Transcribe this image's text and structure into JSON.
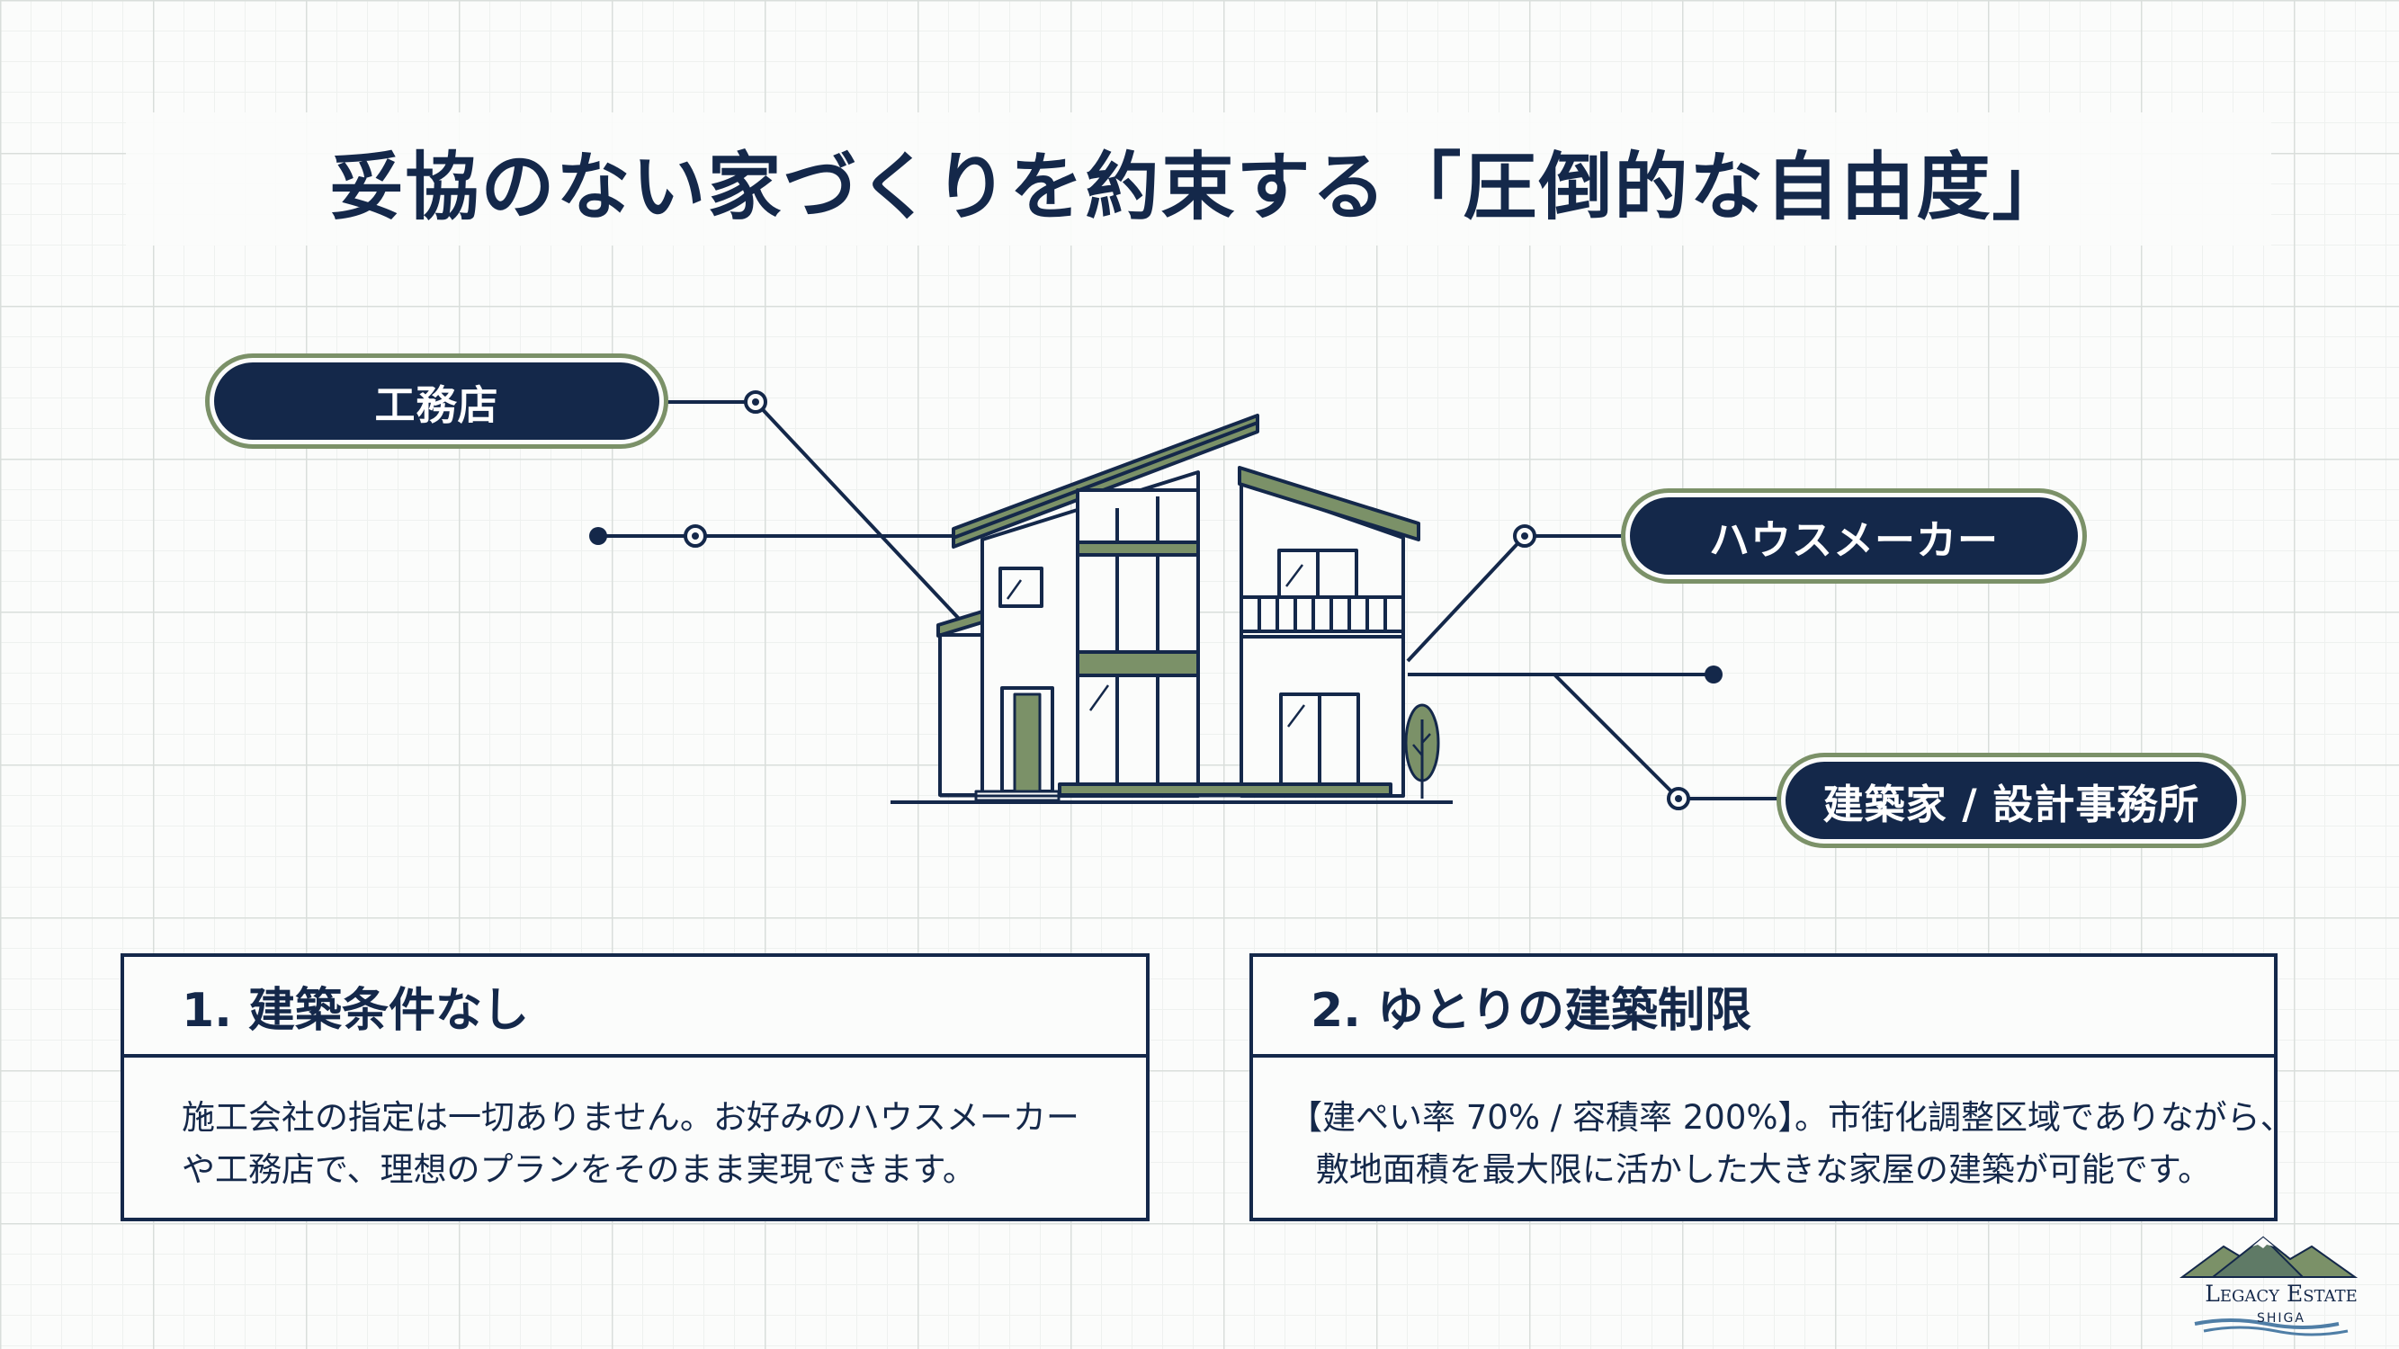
{
  "title": "妥協のない家づくりを約束する「圧倒的な自由度」",
  "labels": [
    {
      "text": "工務店"
    },
    {
      "text": "ハウスメーカー"
    },
    {
      "text": "建築家 / 設計事務所"
    }
  ],
  "points": [
    {
      "heading": "1. 建築条件なし",
      "lines": [
        "施工会社の指定は一切ありません。お好みのハウスメーカー",
        "や工務店で、理想のプランをそのまま実現できます。"
      ]
    },
    {
      "heading": "2. ゆとりの建築制限",
      "lines": [
        "【建ぺい率 70% / 容積率 200%】。市街化調整区域でありながら、",
        "敷地面積を最大限に活かした大きな家屋の建築が可能です。"
      ]
    }
  ],
  "logo": {
    "name": "Legacy Estate",
    "sub": "SHIGA"
  },
  "colors": {
    "navy": "#14284a",
    "green": "#7b9168",
    "background": "#fbfcfb"
  }
}
